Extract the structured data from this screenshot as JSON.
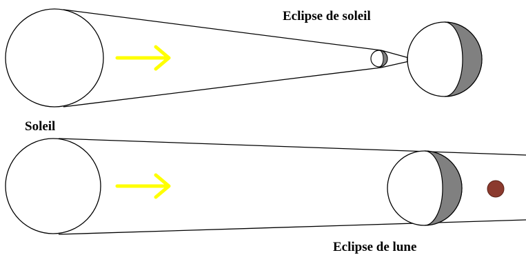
{
  "labels": {
    "solar_eclipse": "Eclipse de soleil",
    "sun": "Soleil",
    "lunar_eclipse": "Eclipse de lune"
  },
  "colors": {
    "background": "#ffffff",
    "outline": "#000000",
    "body_fill": "#ffffff",
    "shadow_fill": "#808080",
    "arrow": "#ffff00",
    "moon_red": "#8b3a2e"
  },
  "icons": {
    "arrow": "right-arrow-icon"
  }
}
